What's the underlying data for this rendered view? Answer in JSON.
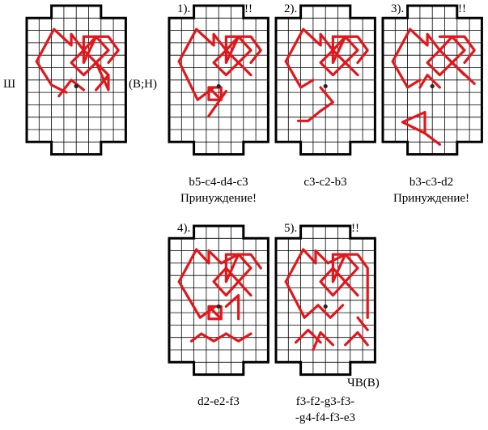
{
  "side_labels": {
    "left": "Ш",
    "right": "(В;Н)"
  },
  "boards": [
    {
      "id": "initial",
      "number": "",
      "mark": "",
      "captions": [],
      "center_dot": true,
      "grid_cols": 8,
      "grid_rows": 12,
      "paths": [
        [
          [
            0.8,
            4.5
          ],
          [
            2.2,
            1.9
          ],
          [
            3.6,
            3.2
          ],
          [
            3.6,
            2.3
          ],
          [
            4.6,
            3.6
          ],
          [
            5.6,
            2.5
          ],
          [
            6.6,
            3.6
          ],
          [
            5.6,
            4.6
          ],
          [
            4.6,
            3.6
          ],
          [
            3.6,
            4.6
          ],
          [
            4.6,
            5.6
          ],
          [
            5.6,
            4.6
          ],
          [
            6.6,
            5.6
          ]
        ],
        [
          [
            0.8,
            4.5
          ],
          [
            2.0,
            6.4
          ],
          [
            3.2,
            7.0
          ]
        ],
        [
          [
            4.6,
            2.5
          ],
          [
            6.6,
            2.5
          ],
          [
            7.4,
            3.6
          ],
          [
            6.6,
            4.6
          ]
        ],
        [
          [
            4.6,
            2.5
          ],
          [
            4.6,
            4.6
          ],
          [
            5.6,
            2.5
          ]
        ],
        [
          [
            2.6,
            7.3
          ],
          [
            3.6,
            6.0
          ],
          [
            4.6,
            6.8
          ]
        ],
        [
          [
            5.6,
            4.6
          ],
          [
            6.6,
            6.8
          ],
          [
            6.6,
            5.6
          ],
          [
            5.6,
            6.8
          ]
        ]
      ]
    },
    {
      "id": "step-1",
      "number": "1).",
      "mark": "!!",
      "captions": [
        "b5-c4-d4-c3",
        "Принуждение!"
      ],
      "center_dot": true,
      "grid_cols": 8,
      "grid_rows": 12,
      "paths": [
        [
          [
            0.8,
            4.5
          ],
          [
            2.2,
            1.9
          ],
          [
            3.6,
            3.2
          ],
          [
            3.6,
            2.3
          ],
          [
            4.6,
            3.6
          ],
          [
            5.6,
            2.5
          ],
          [
            6.6,
            3.6
          ],
          [
            5.6,
            4.6
          ],
          [
            4.6,
            3.6
          ],
          [
            3.6,
            4.6
          ],
          [
            4.6,
            5.6
          ],
          [
            5.6,
            4.6
          ],
          [
            6.6,
            5.6
          ]
        ],
        [
          [
            0.8,
            4.5
          ],
          [
            2.3,
            7.6
          ],
          [
            3.6,
            6.6
          ]
        ],
        [
          [
            4.6,
            2.5
          ],
          [
            6.6,
            2.5
          ],
          [
            7.4,
            3.6
          ],
          [
            6.6,
            4.6
          ]
        ],
        [
          [
            4.6,
            2.5
          ],
          [
            4.6,
            4.6
          ],
          [
            5.6,
            2.5
          ]
        ],
        [
          [
            3.2,
            6.6
          ],
          [
            4.2,
            6.6
          ],
          [
            4.2,
            7.6
          ],
          [
            3.2,
            7.6
          ],
          [
            3.2,
            6.6
          ],
          [
            4.2,
            7.6
          ]
        ],
        [
          [
            3.2,
            8.9
          ],
          [
            4.6,
            6.9
          ]
        ]
      ]
    },
    {
      "id": "step-2",
      "number": "2).",
      "mark": "",
      "captions": [
        "c3-c2-b3"
      ],
      "center_dot": true,
      "grid_cols": 8,
      "grid_rows": 12,
      "paths": [
        [
          [
            0.8,
            4.5
          ],
          [
            2.2,
            1.9
          ],
          [
            3.6,
            3.2
          ],
          [
            3.6,
            2.3
          ],
          [
            4.6,
            3.6
          ],
          [
            5.6,
            2.5
          ],
          [
            6.6,
            3.6
          ],
          [
            5.6,
            4.6
          ],
          [
            4.6,
            3.6
          ],
          [
            3.6,
            4.6
          ],
          [
            4.6,
            5.6
          ],
          [
            5.6,
            4.6
          ],
          [
            6.6,
            5.6
          ]
        ],
        [
          [
            0.8,
            4.5
          ],
          [
            2.0,
            6.6
          ],
          [
            3.0,
            6.0
          ]
        ],
        [
          [
            4.6,
            2.5
          ],
          [
            6.6,
            2.5
          ],
          [
            7.4,
            3.6
          ],
          [
            6.6,
            4.6
          ]
        ],
        [
          [
            4.6,
            2.5
          ],
          [
            4.6,
            4.6
          ],
          [
            5.6,
            2.5
          ]
        ],
        [
          [
            3.6,
            6.6
          ],
          [
            4.6,
            7.8
          ],
          [
            3.6,
            8.5
          ]
        ],
        [
          [
            1.8,
            9.3
          ],
          [
            2.6,
            9.3
          ],
          [
            3.6,
            8.5
          ]
        ]
      ]
    },
    {
      "id": "step-3",
      "number": "3).",
      "mark": "!!",
      "captions": [
        "b3-c3-d2",
        "Принуждение!"
      ],
      "center_dot": true,
      "grid_cols": 8,
      "grid_rows": 12,
      "paths": [
        [
          [
            0.8,
            4.5
          ],
          [
            2.2,
            1.9
          ],
          [
            3.6,
            3.2
          ],
          [
            3.6,
            2.3
          ],
          [
            4.6,
            3.6
          ],
          [
            5.6,
            2.5
          ],
          [
            6.6,
            3.6
          ],
          [
            5.6,
            4.6
          ],
          [
            4.6,
            3.6
          ],
          [
            3.6,
            4.6
          ],
          [
            4.6,
            5.6
          ],
          [
            5.6,
            4.6
          ],
          [
            6.6,
            5.6
          ]
        ],
        [
          [
            0.8,
            4.5
          ],
          [
            2.0,
            6.6
          ],
          [
            3.0,
            6.0
          ]
        ],
        [
          [
            4.6,
            2.5
          ],
          [
            6.6,
            2.5
          ],
          [
            7.4,
            3.6
          ],
          [
            6.6,
            4.6
          ]
        ],
        [
          [
            5.6,
            4.6
          ],
          [
            7.4,
            6.3
          ]
        ],
        [
          [
            3.0,
            6.6
          ],
          [
            3.6,
            5.6
          ],
          [
            4.6,
            6.6
          ]
        ],
        [
          [
            1.6,
            9.4
          ],
          [
            3.4,
            8.6
          ],
          [
            3.4,
            10.3
          ],
          [
            1.6,
            9.4
          ]
        ],
        [
          [
            3.4,
            10.3
          ],
          [
            4.6,
            11.2
          ]
        ]
      ]
    },
    {
      "id": "step-4",
      "number": "4).",
      "mark": "",
      "captions": [
        "d2-e2-f3"
      ],
      "center_dot": true,
      "grid_cols": 8,
      "grid_rows": 12,
      "paths": [
        [
          [
            0.8,
            4.5
          ],
          [
            2.2,
            1.9
          ],
          [
            3.2,
            3.0
          ],
          [
            3.2,
            2.0
          ],
          [
            4.2,
            3.0
          ],
          [
            5.6,
            2.3
          ],
          [
            6.6,
            3.4
          ],
          [
            5.6,
            4.5
          ],
          [
            4.6,
            3.4
          ],
          [
            3.6,
            4.5
          ],
          [
            4.6,
            5.6
          ],
          [
            5.6,
            4.5
          ],
          [
            6.6,
            5.6
          ]
        ],
        [
          [
            0.8,
            4.5
          ],
          [
            2.5,
            7.4
          ],
          [
            3.6,
            6.6
          ]
        ],
        [
          [
            4.6,
            2.3
          ],
          [
            6.6,
            2.3
          ],
          [
            7.4,
            3.4
          ]
        ],
        [
          [
            4.6,
            2.3
          ],
          [
            4.6,
            4.5
          ],
          [
            5.6,
            2.3
          ]
        ],
        [
          [
            3.2,
            6.5
          ],
          [
            4.2,
            6.5
          ],
          [
            4.2,
            7.5
          ],
          [
            3.2,
            7.5
          ],
          [
            3.2,
            6.5
          ],
          [
            4.2,
            7.5
          ]
        ],
        [
          [
            4.6,
            6.5
          ],
          [
            5.6,
            5.6
          ],
          [
            5.6,
            7.5
          ]
        ],
        [
          [
            1.8,
            9.3
          ],
          [
            2.6,
            8.7
          ],
          [
            3.6,
            9.3
          ],
          [
            4.6,
            8.7
          ]
        ],
        [
          [
            4.6,
            8.7
          ],
          [
            5.6,
            9.3
          ],
          [
            6.6,
            8.7
          ]
        ]
      ]
    },
    {
      "id": "step-5",
      "number": "5).",
      "mark": "!!",
      "captions": [
        "f3-f2-g3-f3-",
        "-g4-f4-f3-e3"
      ],
      "center_dot": true,
      "label_below": "ЧВ(В)",
      "grid_cols": 8,
      "grid_rows": 12,
      "paths": [
        [
          [
            0.8,
            4.5
          ],
          [
            2.2,
            1.9
          ],
          [
            3.2,
            3.0
          ],
          [
            3.2,
            2.0
          ],
          [
            4.2,
            3.0
          ],
          [
            5.6,
            2.3
          ],
          [
            6.6,
            3.4
          ],
          [
            5.6,
            4.5
          ],
          [
            4.6,
            3.4
          ],
          [
            3.6,
            4.5
          ],
          [
            4.6,
            5.6
          ],
          [
            5.6,
            4.5
          ],
          [
            6.6,
            5.6
          ]
        ],
        [
          [
            0.8,
            4.5
          ],
          [
            2.3,
            7.4
          ],
          [
            3.4,
            6.4
          ],
          [
            4.4,
            7.4
          ],
          [
            5.4,
            6.4
          ]
        ],
        [
          [
            4.6,
            2.3
          ],
          [
            6.6,
            2.3
          ],
          [
            7.4,
            3.4
          ],
          [
            7.4,
            7.4
          ]
        ],
        [
          [
            4.6,
            2.3
          ],
          [
            4.6,
            4.5
          ],
          [
            5.6,
            2.3
          ]
        ],
        [
          [
            1.6,
            9.4
          ],
          [
            2.6,
            8.4
          ],
          [
            3.6,
            9.4
          ]
        ],
        [
          [
            3.0,
            10.0
          ],
          [
            3.6,
            8.6
          ],
          [
            4.6,
            9.6
          ]
        ],
        [
          [
            5.6,
            9.6
          ],
          [
            6.6,
            8.6
          ],
          [
            7.4,
            9.6
          ]
        ],
        [
          [
            6.6,
            7.4
          ],
          [
            7.4,
            8.4
          ]
        ]
      ]
    }
  ],
  "colors": {
    "line": "#e3161b",
    "frame": "#000000",
    "grid": "#000000"
  }
}
